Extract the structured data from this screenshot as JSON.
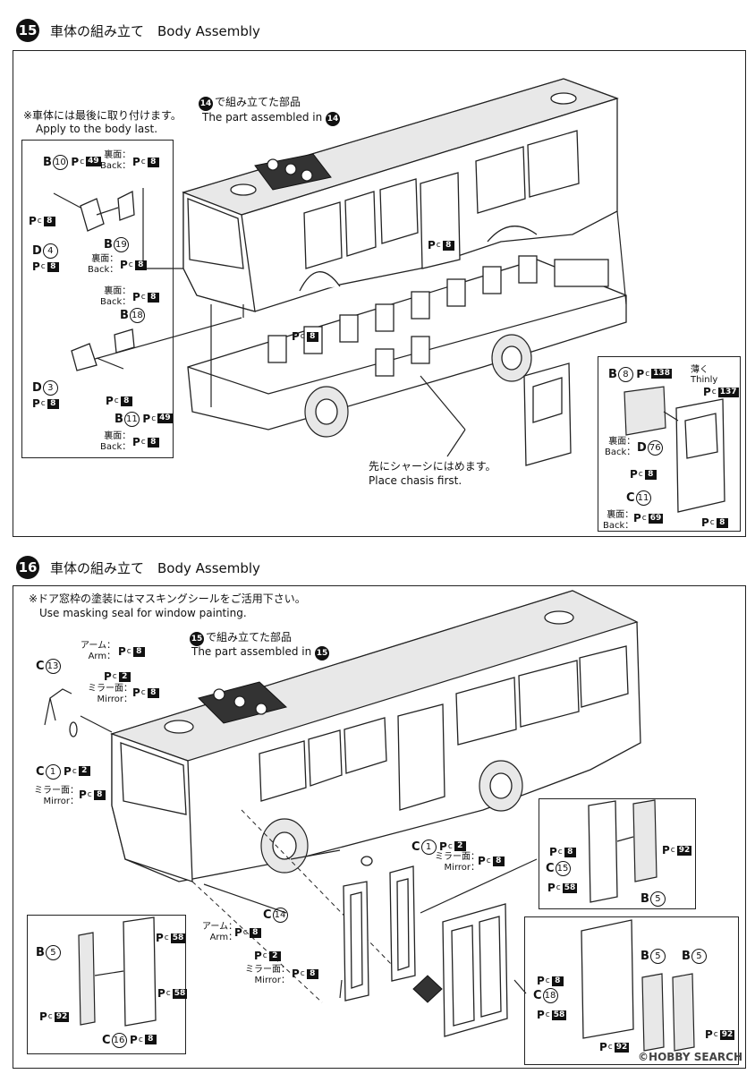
{
  "step15": {
    "number": "15",
    "title": "車体の組み立て　Body Assembly",
    "note_jp": "※車体には最後に取り付けます。",
    "note_en": "Apply to the body last.",
    "assembled_jp": "で組み立てた部品",
    "assembled_en": "The part assembled in",
    "assembled_ref": "14",
    "chassis_jp": "先にシャーシにはめます。",
    "chassis_en": "Place chasis first.",
    "back_jp": "裏面：",
    "back_en": "Back：",
    "thin_jp": "薄く",
    "thin_en": "Thinly",
    "parts": {
      "b10": {
        "letter": "B",
        "num": "10"
      },
      "b19": {
        "letter": "B",
        "num": "19"
      },
      "b18": {
        "letter": "B",
        "num": "18"
      },
      "b11": {
        "letter": "B",
        "num": "11"
      },
      "d4": {
        "letter": "D",
        "num": "4"
      },
      "d3": {
        "letter": "D",
        "num": "3"
      },
      "b8": {
        "letter": "B",
        "num": "8"
      },
      "d76": {
        "letter": "D",
        "num": "76"
      },
      "c11": {
        "letter": "C",
        "num": "11"
      }
    },
    "paints": {
      "n49": "49",
      "n8": "8",
      "n138": "138",
      "n137": "137",
      "n69": "69"
    }
  },
  "step16": {
    "number": "16",
    "title": "車体の組み立て　Body Assembly",
    "note_jp": "※ドア窓枠の塗装にはマスキングシールをご活用下さい。",
    "note_en": "Use masking seal for window painting.",
    "assembled_jp": "で組み立てた部品",
    "assembled_en": "The part assembled in",
    "assembled_ref": "15",
    "arm_jp": "アーム：",
    "arm_en": "Arm：",
    "mirror_jp": "ミラー面：",
    "mirror_en": "Mirror：",
    "parts": {
      "c13": {
        "letter": "C",
        "num": "13"
      },
      "c1": {
        "letter": "C",
        "num": "1"
      },
      "c14": {
        "letter": "C",
        "num": "14"
      },
      "c15": {
        "letter": "C",
        "num": "15"
      },
      "c16": {
        "letter": "C",
        "num": "16"
      },
      "c18": {
        "letter": "C",
        "num": "18"
      },
      "b5": {
        "letter": "B",
        "num": "5"
      }
    },
    "paints": {
      "n8": "8",
      "n2": "2",
      "n58": "58",
      "n92": "92"
    }
  },
  "paint_prefix": {
    "p": "P",
    "c": "c"
  },
  "watermark": "©HOBBY SEARCH"
}
